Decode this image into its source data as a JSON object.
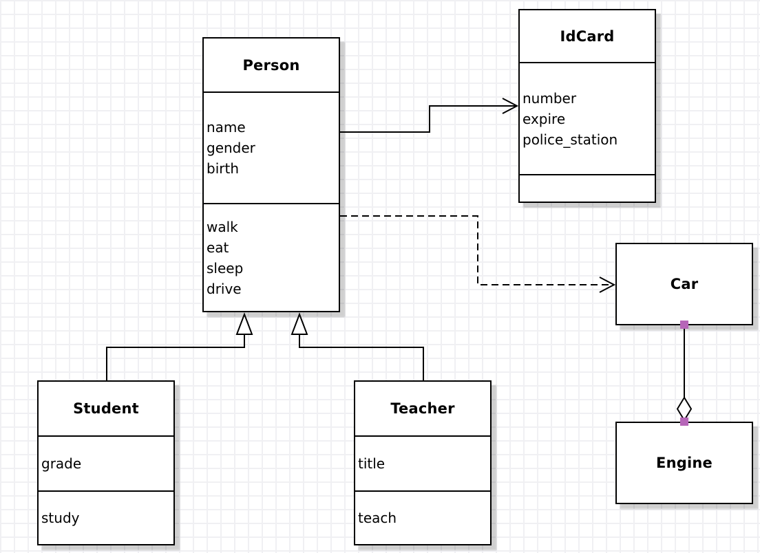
{
  "diagram": {
    "type": "uml-class-diagram",
    "classes": {
      "person": {
        "title": "Person",
        "attributes": [
          "name",
          "gender",
          "birth"
        ],
        "methods": [
          "walk",
          "eat",
          "sleep",
          "drive"
        ]
      },
      "idcard": {
        "title": "IdCard",
        "attributes": [
          "number",
          "expire",
          "police_station"
        ],
        "methods": []
      },
      "car": {
        "title": "Car",
        "attributes": [],
        "methods": []
      },
      "engine": {
        "title": "Engine",
        "attributes": [],
        "methods": []
      },
      "student": {
        "title": "Student",
        "attributes": [
          "grade"
        ],
        "methods": [
          "study"
        ]
      },
      "teacher": {
        "title": "Teacher",
        "attributes": [
          "title"
        ],
        "methods": [
          "teach"
        ]
      }
    },
    "relationships": [
      {
        "from": "Person",
        "to": "IdCard",
        "type": "association",
        "line": "solid",
        "arrow": "open"
      },
      {
        "from": "Person",
        "to": "Car",
        "type": "dependency",
        "line": "dashed",
        "arrow": "open"
      },
      {
        "from": "Student",
        "to": "Person",
        "type": "generalization",
        "line": "solid",
        "arrow": "hollow-triangle"
      },
      {
        "from": "Teacher",
        "to": "Person",
        "type": "generalization",
        "line": "solid",
        "arrow": "hollow-triangle"
      },
      {
        "from": "Car",
        "to": "Engine",
        "type": "aggregation",
        "line": "solid",
        "arrow": "hollow-diamond"
      }
    ],
    "colors": {
      "line": "#000000",
      "box_fill": "#ffffff",
      "shadow": "#c9c9c9",
      "grid": "#f0f0f3",
      "handle": "#b666b8"
    }
  }
}
